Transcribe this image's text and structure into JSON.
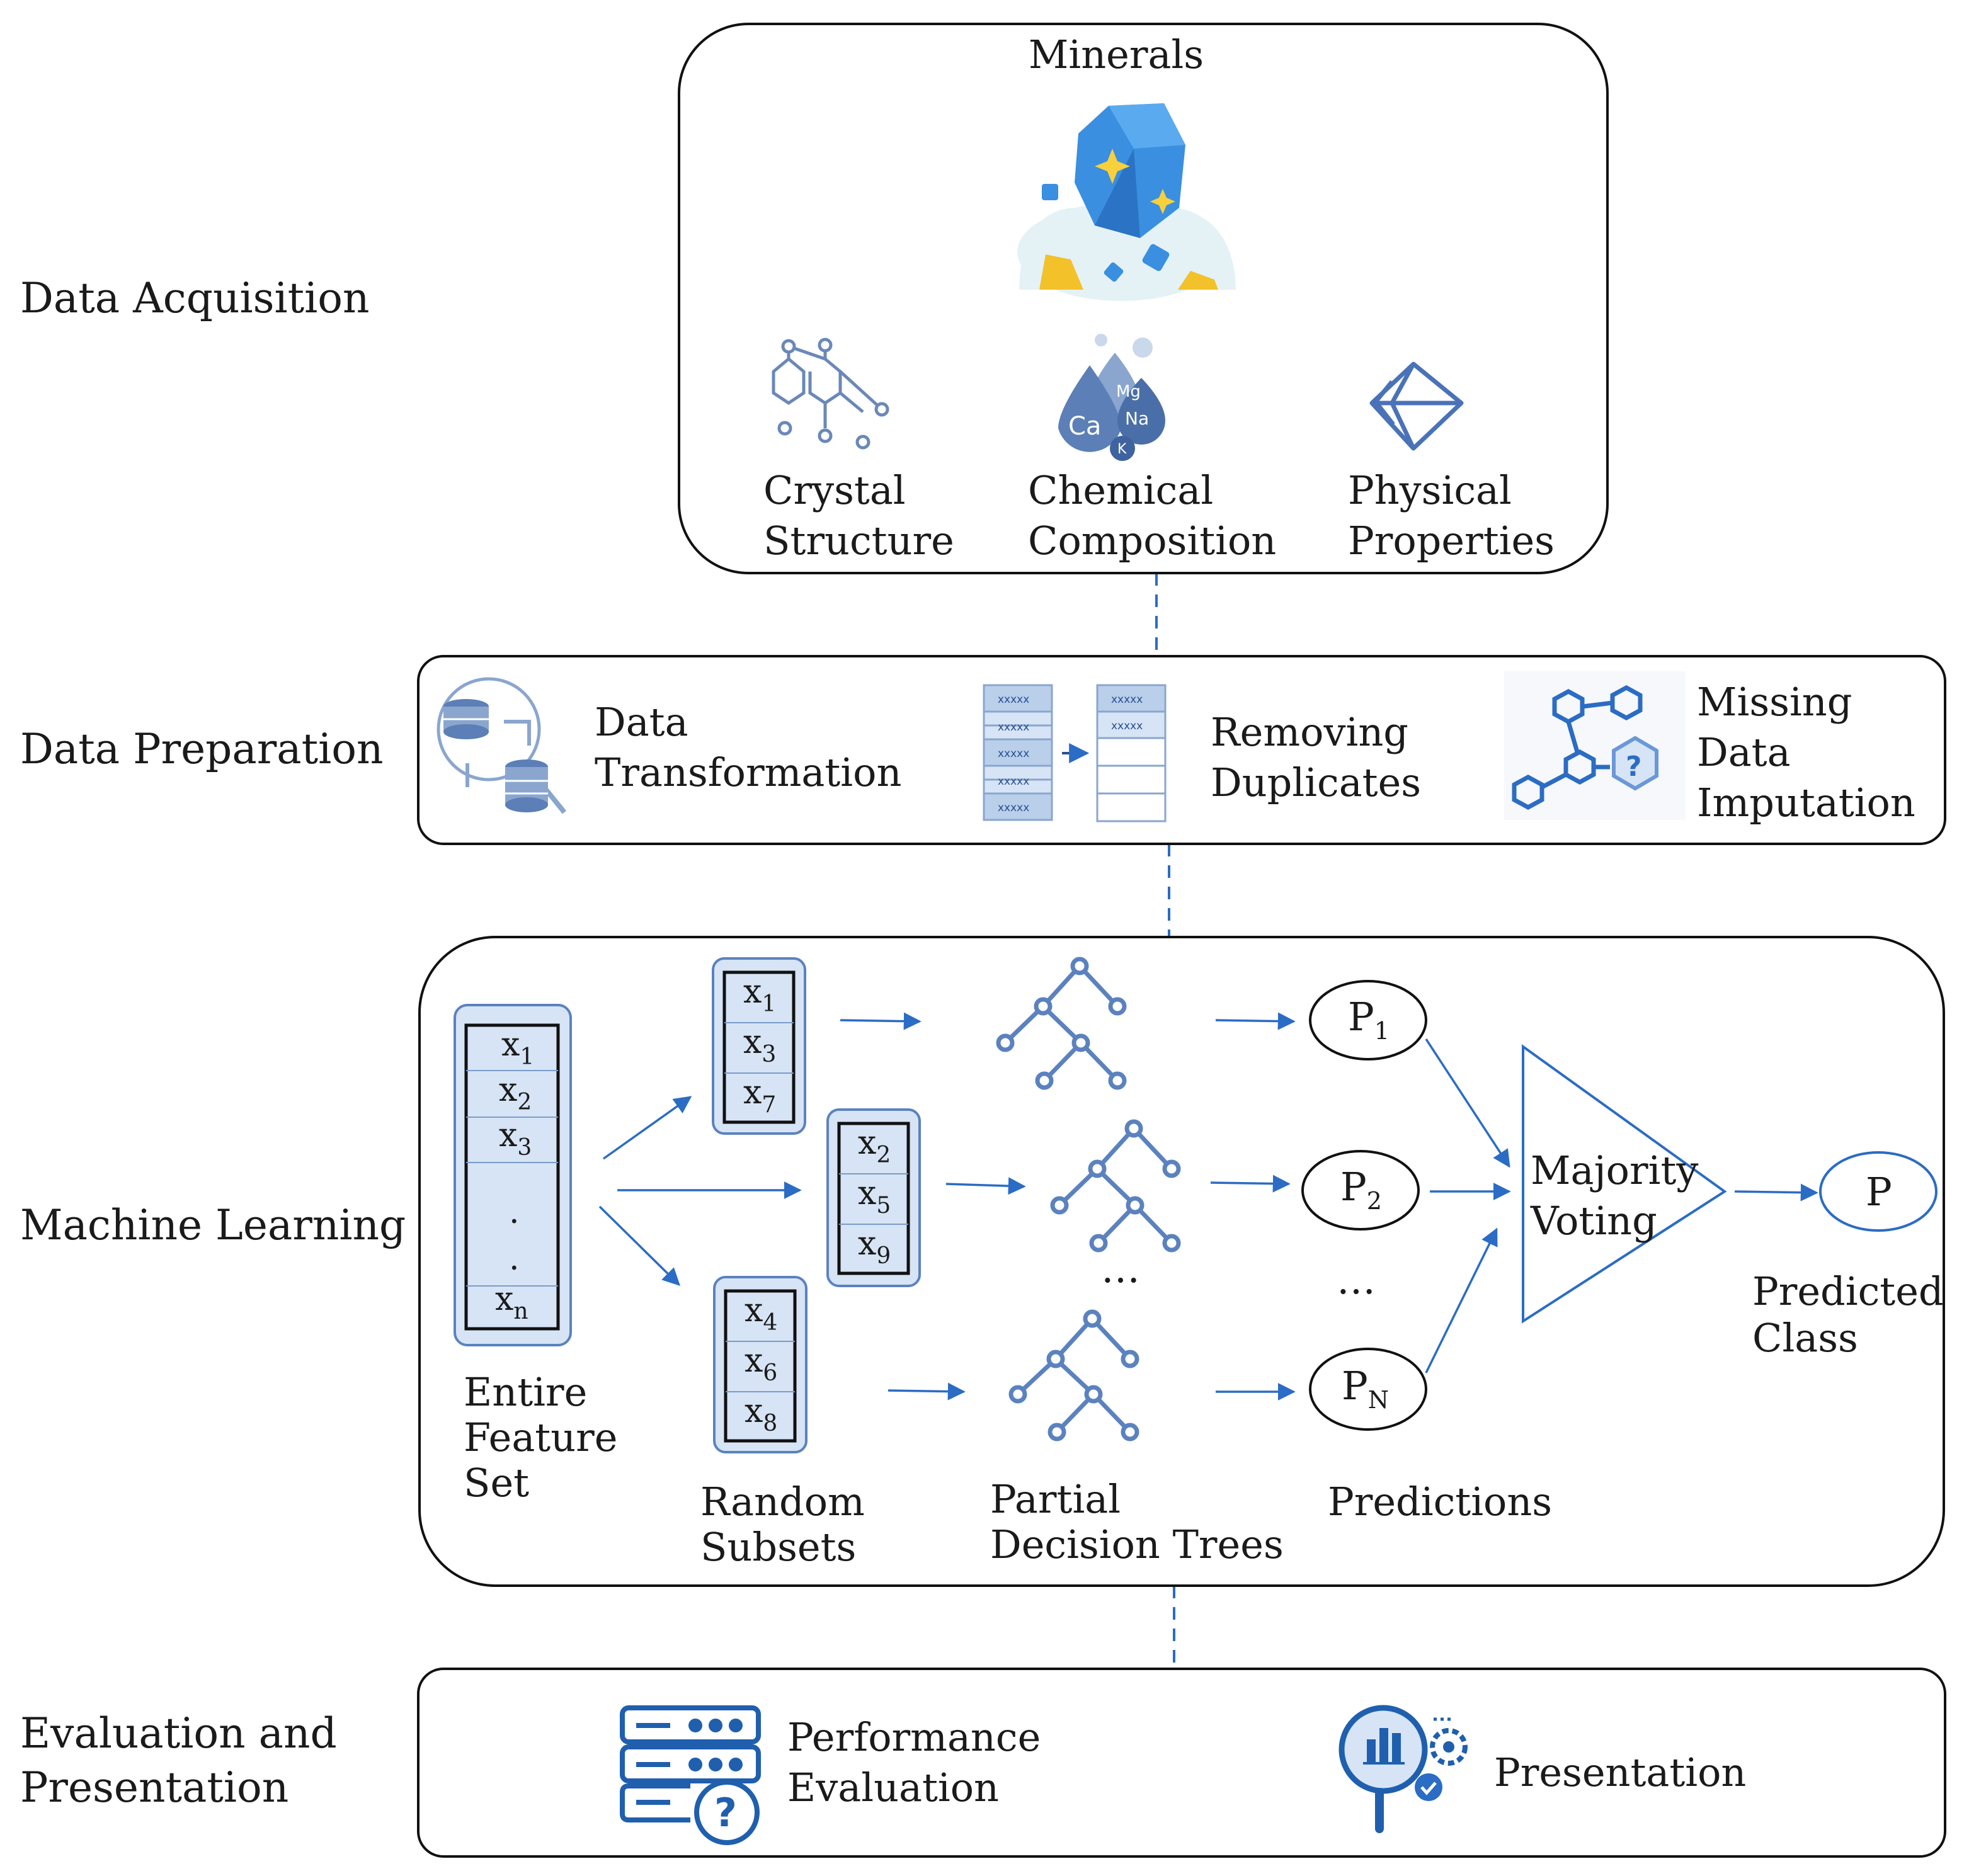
{
  "stages": {
    "acquisition": "Data Acquisition",
    "preparation": "Data Preparation",
    "machine_learning": "Machine Learning",
    "evaluation": [
      "Evaluation and",
      "Presentation"
    ]
  },
  "acquisition": {
    "minerals": "Minerals",
    "crystal": [
      "Crystal",
      "Structure"
    ],
    "chemical": [
      "Chemical",
      "Composition"
    ],
    "physical": [
      "Physical",
      "Properties"
    ],
    "element_symbols": [
      "Mg",
      "Ca",
      "Na",
      "K"
    ]
  },
  "preparation": {
    "transformation": [
      "Data",
      "Transformation"
    ],
    "duplicates": [
      "Removing",
      "Duplicates"
    ],
    "imputation": [
      "Missing",
      "Data",
      "Imputation"
    ],
    "table_cell_text": "xxxxx",
    "question_mark": "?"
  },
  "ml": {
    "entire_feature_set": {
      "items": [
        "x",
        "x",
        "x",
        ".",
        ".",
        "x"
      ],
      "subscripts": [
        "1",
        "2",
        "3",
        "",
        "",
        "n"
      ],
      "label": [
        "Entire",
        "Feature",
        "Set"
      ]
    },
    "random_subsets": {
      "subsets": [
        {
          "items": [
            "x",
            "x",
            "x"
          ],
          "subscripts": [
            "1",
            "3",
            "7"
          ]
        },
        {
          "items": [
            "x",
            "x",
            "x"
          ],
          "subscripts": [
            "2",
            "5",
            "9"
          ]
        },
        {
          "items": [
            "x",
            "x",
            "x"
          ],
          "subscripts": [
            "4",
            "6",
            "8"
          ]
        }
      ],
      "label": [
        "Random",
        "Subsets"
      ]
    },
    "trees": {
      "label": [
        "Partial",
        "Decision Trees"
      ],
      "ellipsis": "…"
    },
    "predictions": {
      "items": [
        "P",
        "P",
        "P"
      ],
      "subscripts": [
        "1",
        "2",
        "N"
      ],
      "ellipsis": "…",
      "label": "Predictions"
    },
    "voting": [
      "Majority",
      "Voting"
    ],
    "result": {
      "symbol": "P",
      "label": [
        "Predicted",
        "Class"
      ]
    }
  },
  "evaluation": {
    "performance": [
      "Performance",
      "Evaluation"
    ],
    "presentation": "Presentation",
    "question_mark": "?"
  },
  "colors": {
    "accent": "#2b6cc4",
    "accent_dark": "#2a4f8f",
    "cell_fill": "#d6e4f5",
    "gem": "#3a8fe0",
    "spark": "#f7d03c"
  }
}
